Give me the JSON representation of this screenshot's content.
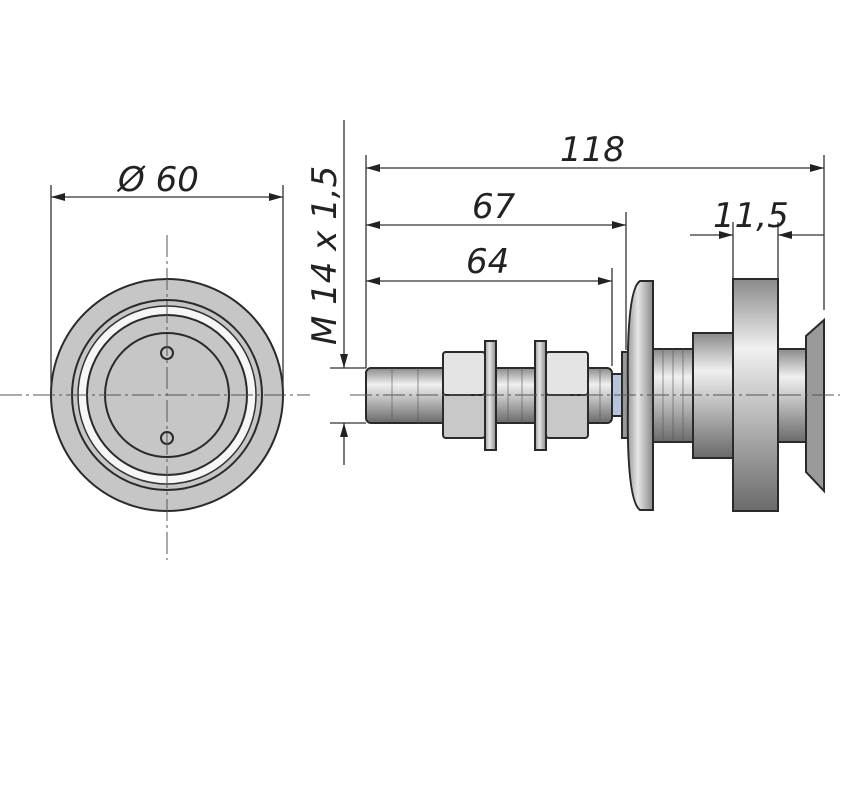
{
  "title": "Glass fitting bolt technical drawing",
  "dimensions": {
    "diameter": "Ø 60",
    "thread": "M 14 x 1,5",
    "overall_length": "118",
    "length_67": "67",
    "length_64": "64",
    "length_11_5": "11,5"
  },
  "colors": {
    "part_fill": "#c4c4c4",
    "line": "#333333"
  }
}
